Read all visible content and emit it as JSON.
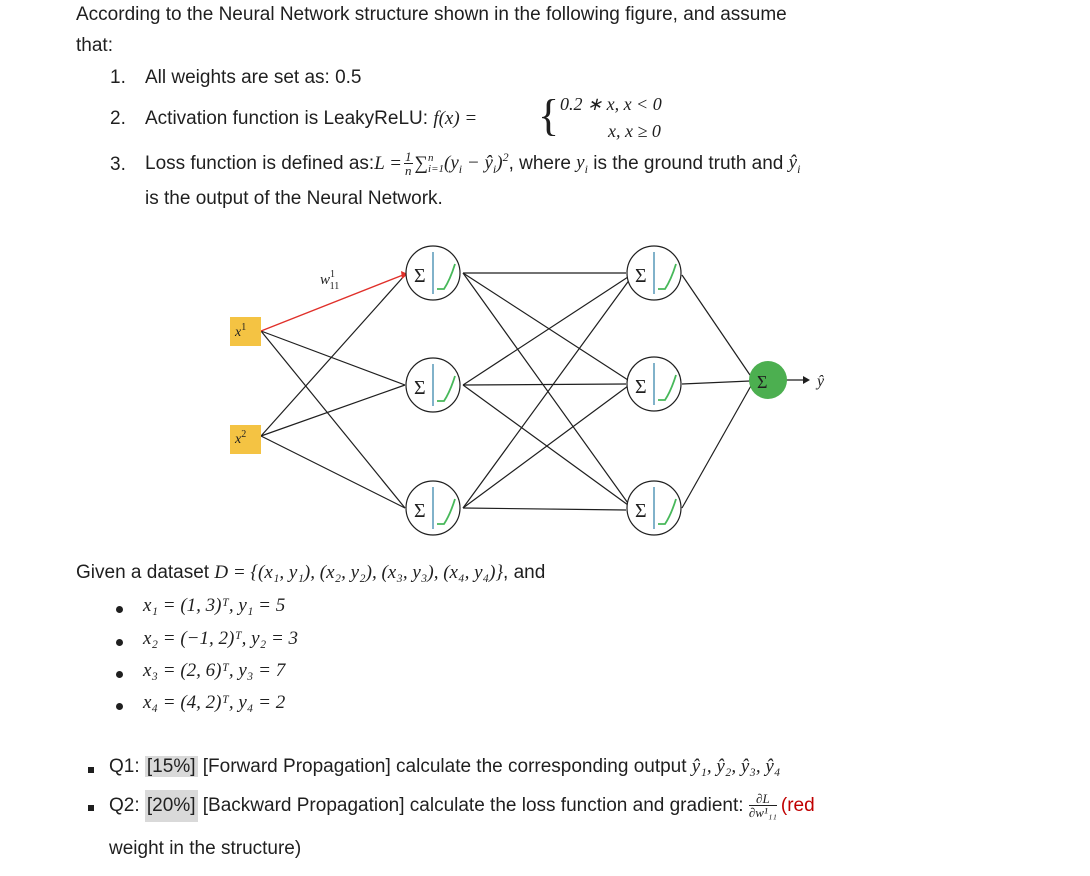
{
  "intro": {
    "line1": "According to the Neural Network structure shown in the following figure, and assume",
    "line2": "that:"
  },
  "assumptions": [
    {
      "num": "1.",
      "text": "All weights are set as: 0.5"
    },
    {
      "num": "2.",
      "text": "Activation function is LeakyReLU: ",
      "formula_lhs": "f(x) =",
      "case1": "0.2 ∗ x,  x < 0",
      "case2": "x,  x ≥ 0"
    },
    {
      "num": "3.",
      "text": "Loss function is defined as: ",
      "loss_lhs": "L =",
      "frac_num": "1",
      "frac_den": "n",
      "loss_sum": "∑",
      "loss_sum_sup": "n",
      "loss_sum_sub": "i=1",
      "loss_body": "(y",
      "loss_body_i": "i",
      "loss_minus": " − ŷ",
      "loss_hat_i": "i",
      "loss_close": ")",
      "loss_sq": "2",
      "where": ", where ",
      "yi": "y",
      "yi_sub": "i",
      "ground_truth": " is the ground truth and ",
      "yhat": "ŷ",
      "yhat_sub": "i",
      "line2": "is the output of the Neural Network."
    }
  ],
  "figure": {
    "input1": "x",
    "input1_sup": "1",
    "input2": "x",
    "input2_sup": "2",
    "weight_label": "w",
    "weight_sup": "1",
    "weight_sub": "11",
    "neuron_sigma": "Σ",
    "output_label": "ŷ",
    "colors": {
      "input": "#f4c343",
      "output": "#4caf50",
      "highlight_edge": "#e0302a",
      "edge": "#1f1f1f",
      "curve": "#47b85a"
    }
  },
  "dataset": {
    "prefix": "Given a dataset ",
    "formula": "D = {(x₁, y₁), (x₂, y₂), (x₃, y₃), (x₄, y₄)}",
    "suffix": ", and",
    "items": [
      "x₁ = (1, 3)ᵀ, y₁ = 5",
      "x₂ = (−1, 2)ᵀ, y₂ = 3",
      "x₃ = (2, 6)ᵀ, y₃ = 7",
      "x₄ = (4, 2)ᵀ, y₄ = 2"
    ]
  },
  "questions": {
    "q1_label": "Q1: ",
    "q1_pct": "[15%]",
    "q1_text": " [Forward Propagation] calculate the corresponding output ",
    "q1_math": "ŷ₁, ŷ₂, ŷ₃, ŷ₄",
    "q2_label": "Q2: ",
    "q2_pct": "[20%]",
    "q2_text": " [Backward Propagation] calculate the loss function and gradient: ",
    "q2_frac_num": "∂L",
    "q2_frac_den": "∂w¹₁₁",
    "q2_red": "(red",
    "q2_line2": "weight in the structure)"
  }
}
